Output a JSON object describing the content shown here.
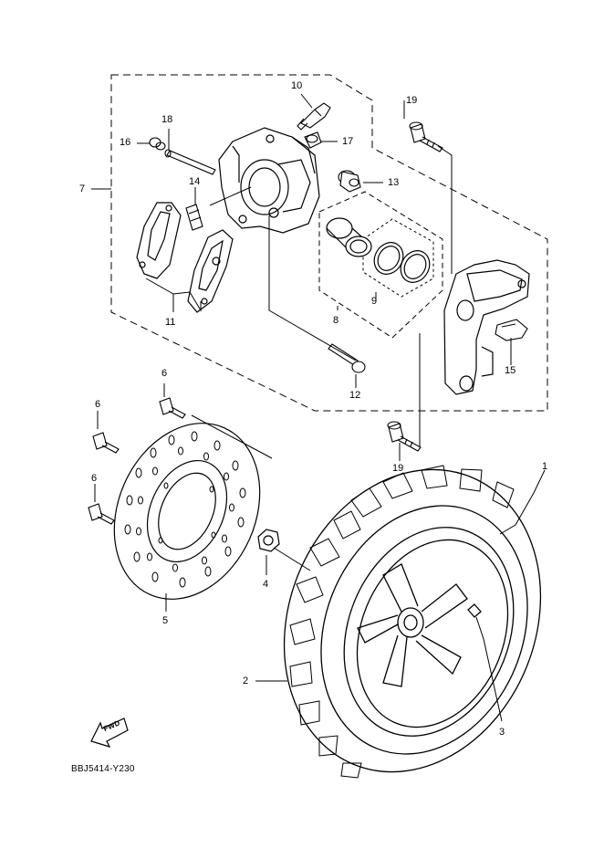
{
  "callouts": {
    "c1": "1",
    "c2": "2",
    "c3": "3",
    "c4": "4",
    "c5": "5",
    "c6a": "6",
    "c6b": "6",
    "c6c": "6",
    "c7": "7",
    "c8": "8",
    "c9": "9",
    "c10": "10",
    "c11": "11",
    "c12": "12",
    "c13": "13",
    "c14": "14",
    "c15": "15",
    "c16": "16",
    "c17": "17",
    "c18": "18",
    "c19a": "19",
    "c19b": "19"
  },
  "fwd_label": "FWD",
  "diagram_code": "BBJ5414-Y230"
}
